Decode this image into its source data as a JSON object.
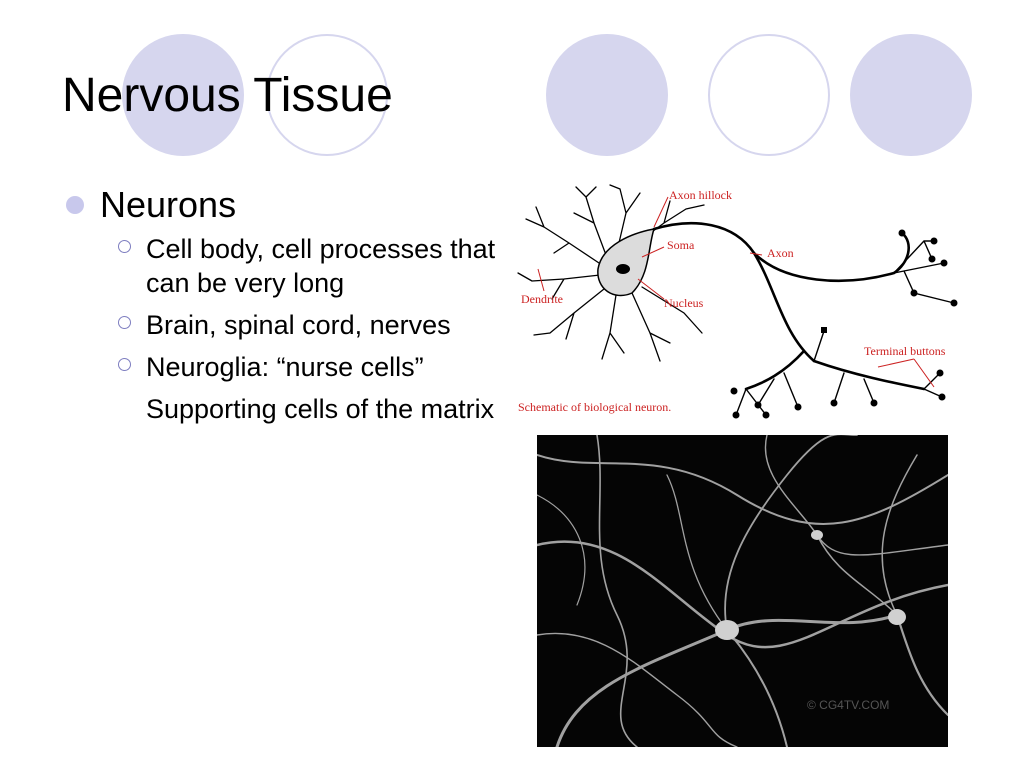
{
  "slide": {
    "title": "Nervous Tissue",
    "bullets": [
      {
        "text": "Neurons",
        "sub": [
          {
            "text": "Cell body, cell processes that can be very long"
          },
          {
            "text": "Brain, spinal cord, nerves"
          },
          {
            "text": "Neuroglia: “nurse cells”",
            "continuation": "Supporting cells of the matrix"
          }
        ]
      }
    ]
  },
  "diagram": {
    "labels": {
      "axon_hillock": "Axon hillock",
      "soma": "Soma",
      "axon": "Axon",
      "dendrite": "Dendrite",
      "nucleus": "Nucleus",
      "terminal_buttons": "Terminal buttons",
      "caption": "Schematic of biological neuron."
    }
  },
  "photo": {
    "watermark": "© CG4TV.COM"
  },
  "colors": {
    "circle_fill": "#d6d6ee",
    "label_red": "#cc2222",
    "bullet": "#c8c8ec"
  }
}
